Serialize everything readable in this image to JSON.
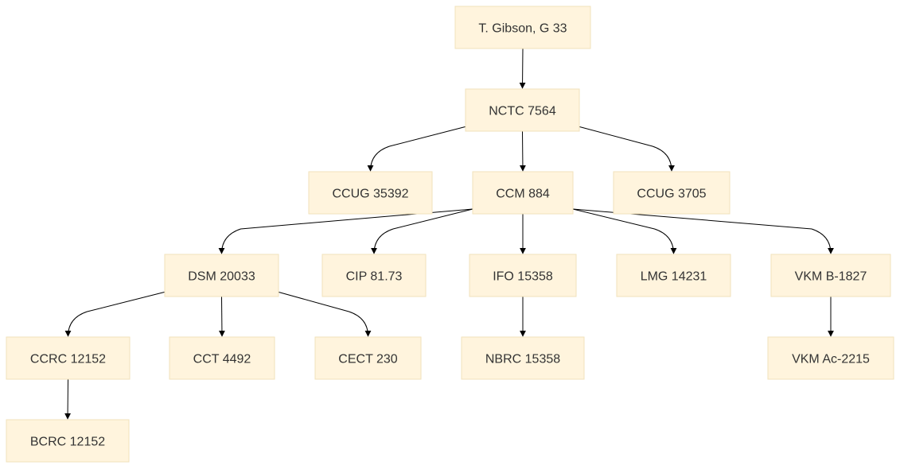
{
  "diagram": {
    "type": "tree",
    "nodes": [
      {
        "id": "n1",
        "label": "T. Gibson, G 33"
      },
      {
        "id": "n2",
        "label": "NCTC 7564"
      },
      {
        "id": "n3",
        "label": "CCUG 35392"
      },
      {
        "id": "n4",
        "label": "CCM 884"
      },
      {
        "id": "n5",
        "label": "CCUG 3705"
      },
      {
        "id": "n6",
        "label": "DSM 20033"
      },
      {
        "id": "n7",
        "label": "CIP 81.73"
      },
      {
        "id": "n8",
        "label": "IFO 15358"
      },
      {
        "id": "n9",
        "label": "LMG 14231"
      },
      {
        "id": "n10",
        "label": "VKM B-1827"
      },
      {
        "id": "n11",
        "label": "CCRC 12152"
      },
      {
        "id": "n12",
        "label": "CCT 4492"
      },
      {
        "id": "n13",
        "label": "CECT 230"
      },
      {
        "id": "n14",
        "label": "NBRC 15358"
      },
      {
        "id": "n15",
        "label": "VKM Ac-2215"
      },
      {
        "id": "n16",
        "label": "BCRC 12152"
      }
    ],
    "edges": [
      {
        "from": "n1",
        "to": "n2"
      },
      {
        "from": "n2",
        "to": "n3"
      },
      {
        "from": "n2",
        "to": "n4"
      },
      {
        "from": "n2",
        "to": "n5"
      },
      {
        "from": "n4",
        "to": "n6"
      },
      {
        "from": "n4",
        "to": "n7"
      },
      {
        "from": "n4",
        "to": "n8"
      },
      {
        "from": "n4",
        "to": "n9"
      },
      {
        "from": "n4",
        "to": "n10"
      },
      {
        "from": "n6",
        "to": "n11"
      },
      {
        "from": "n6",
        "to": "n12"
      },
      {
        "from": "n6",
        "to": "n13"
      },
      {
        "from": "n8",
        "to": "n14"
      },
      {
        "from": "n10",
        "to": "n15"
      },
      {
        "from": "n11",
        "to": "n16"
      }
    ],
    "colors": {
      "node_fill": "#fff4dd",
      "node_stroke": "#f0e2bb",
      "edge": "#000000",
      "text": "#333333"
    }
  }
}
